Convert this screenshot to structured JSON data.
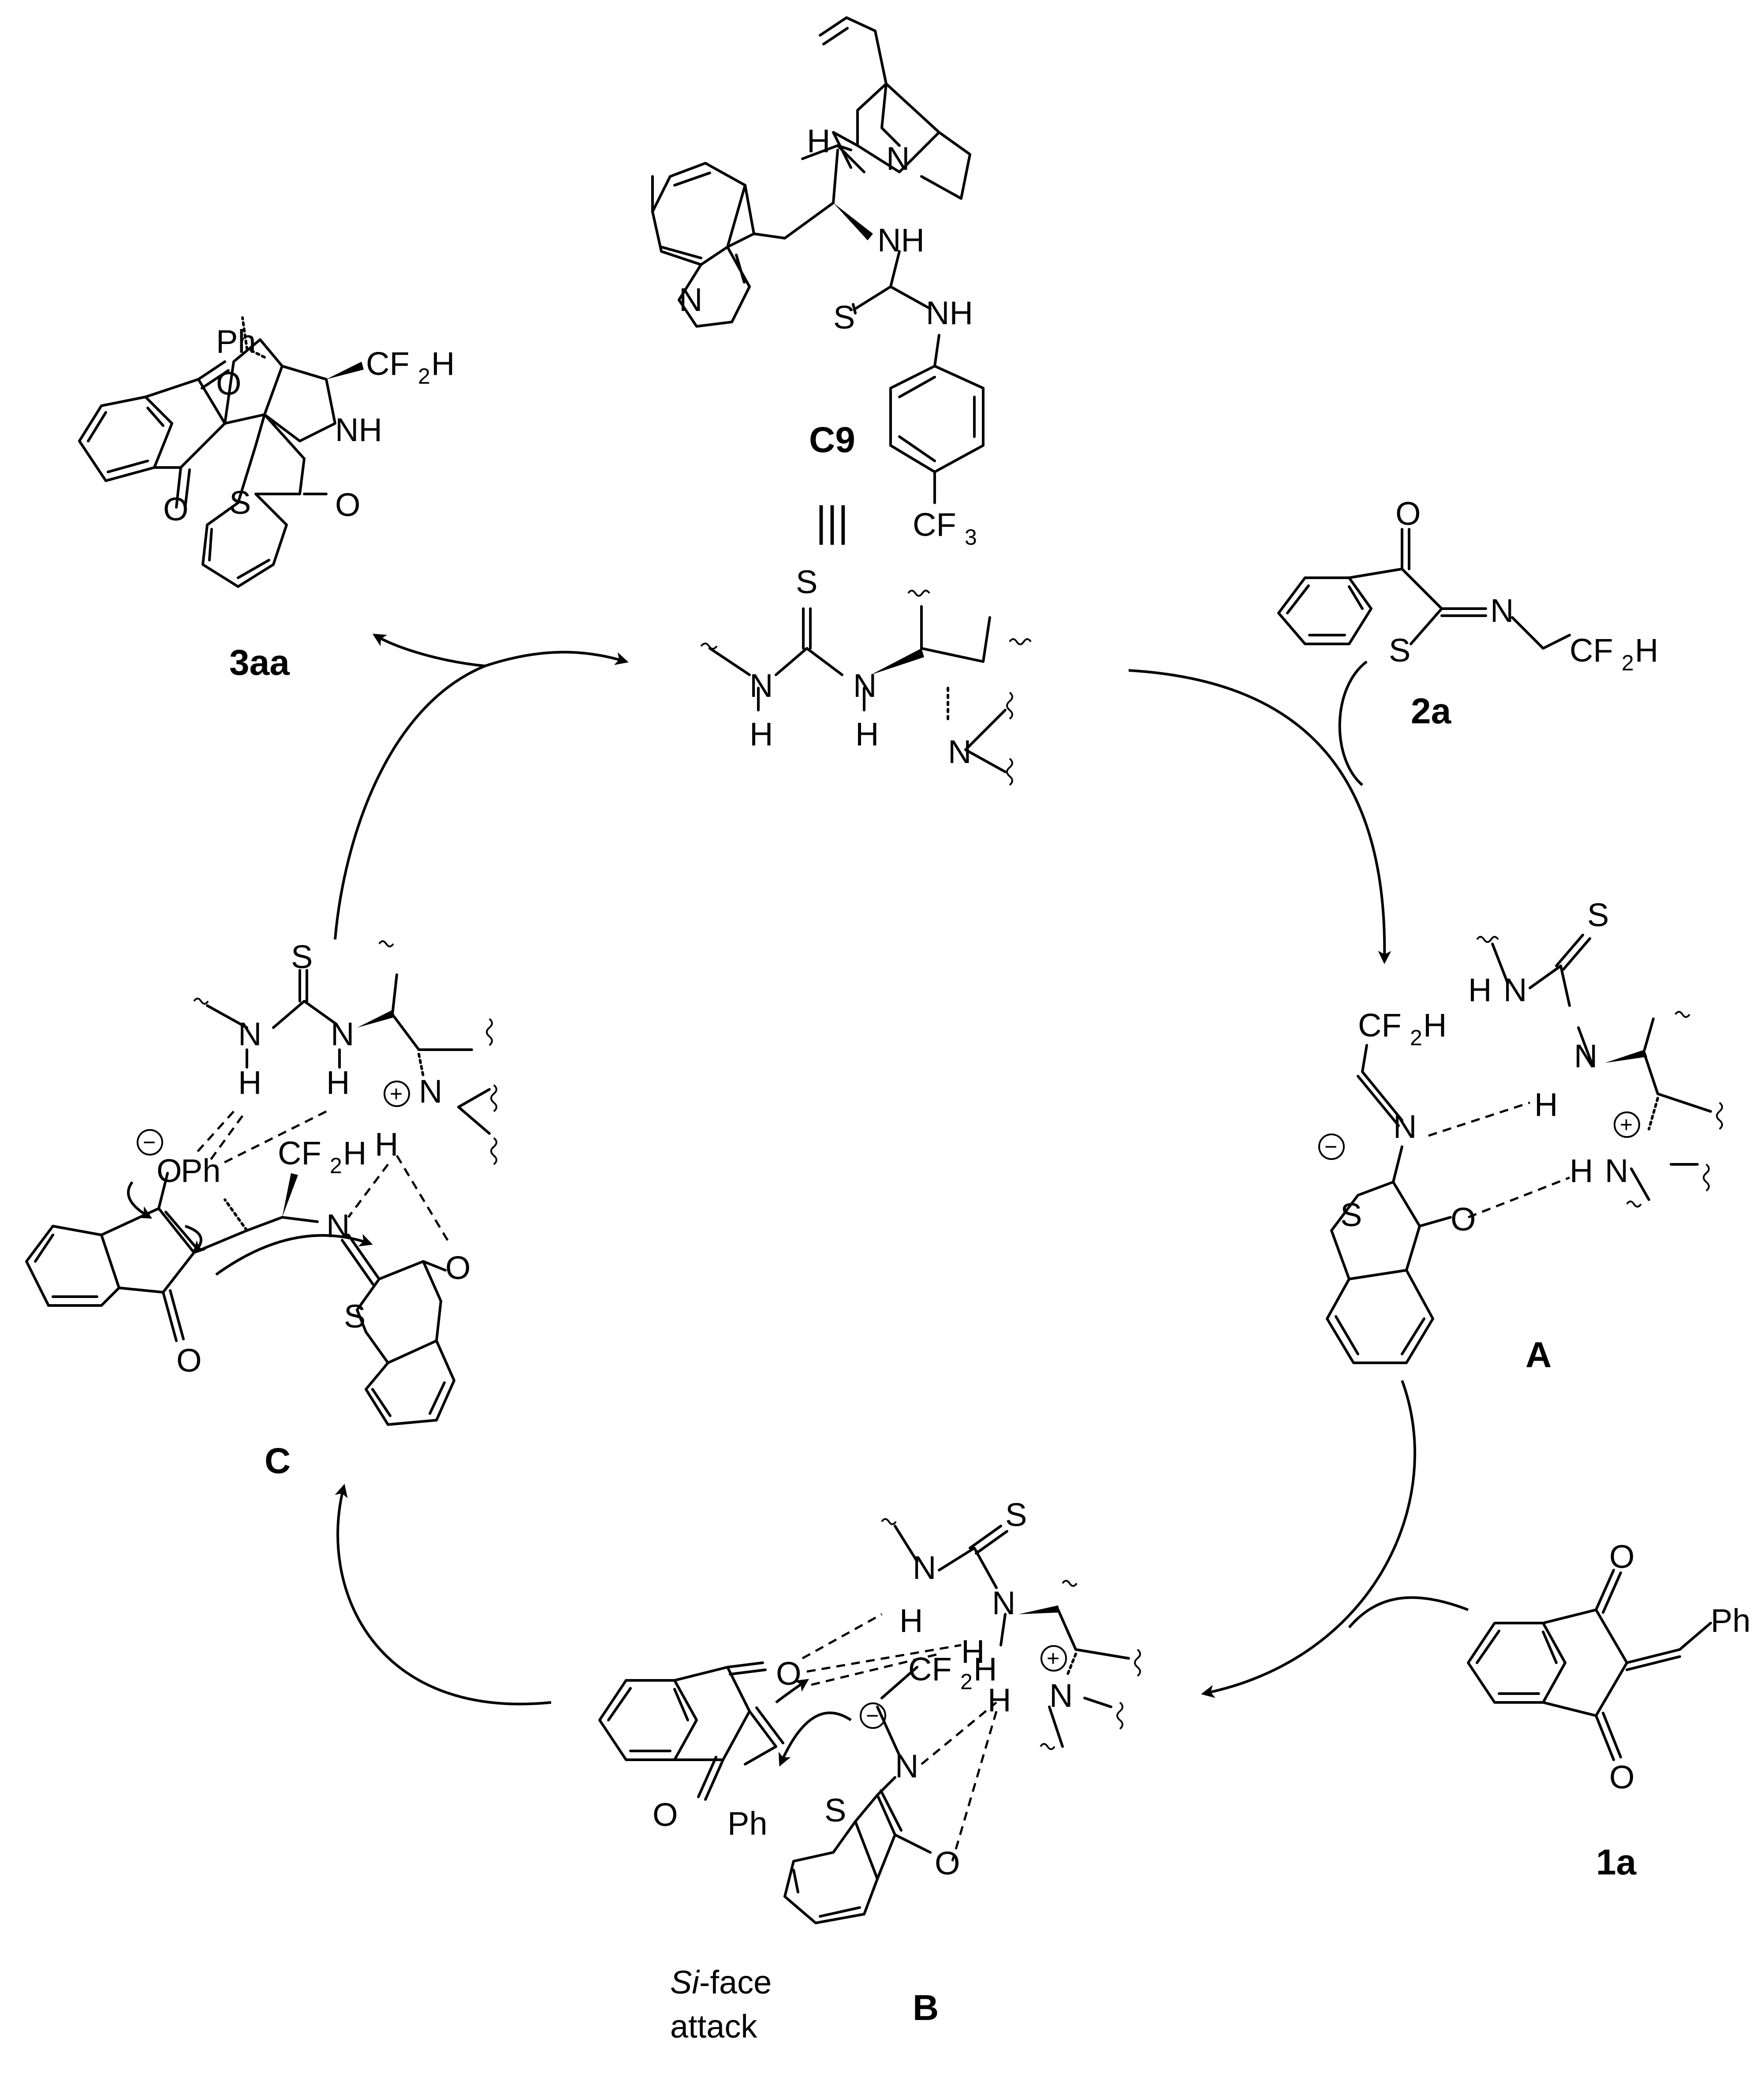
{
  "labels": {
    "catalyst": "C9",
    "product": "3aa",
    "imine": "2a",
    "enone": "1a",
    "intermediate_a": "A",
    "intermediate_b": "B",
    "intermediate_c": "C",
    "equiv": "|||"
  },
  "caption": {
    "si_prefix": "Si",
    "si_rest": "-face",
    "attack": "attack"
  },
  "atoms": {
    "N": "N",
    "NH": "NH",
    "H": "H",
    "S": "S",
    "O": "O",
    "Ph": "Ph",
    "CF": "CF",
    "two": "2",
    "three": "3",
    "plus": "+",
    "minus": "−"
  },
  "colors": {
    "ink": "#000000",
    "background": "#ffffff"
  }
}
